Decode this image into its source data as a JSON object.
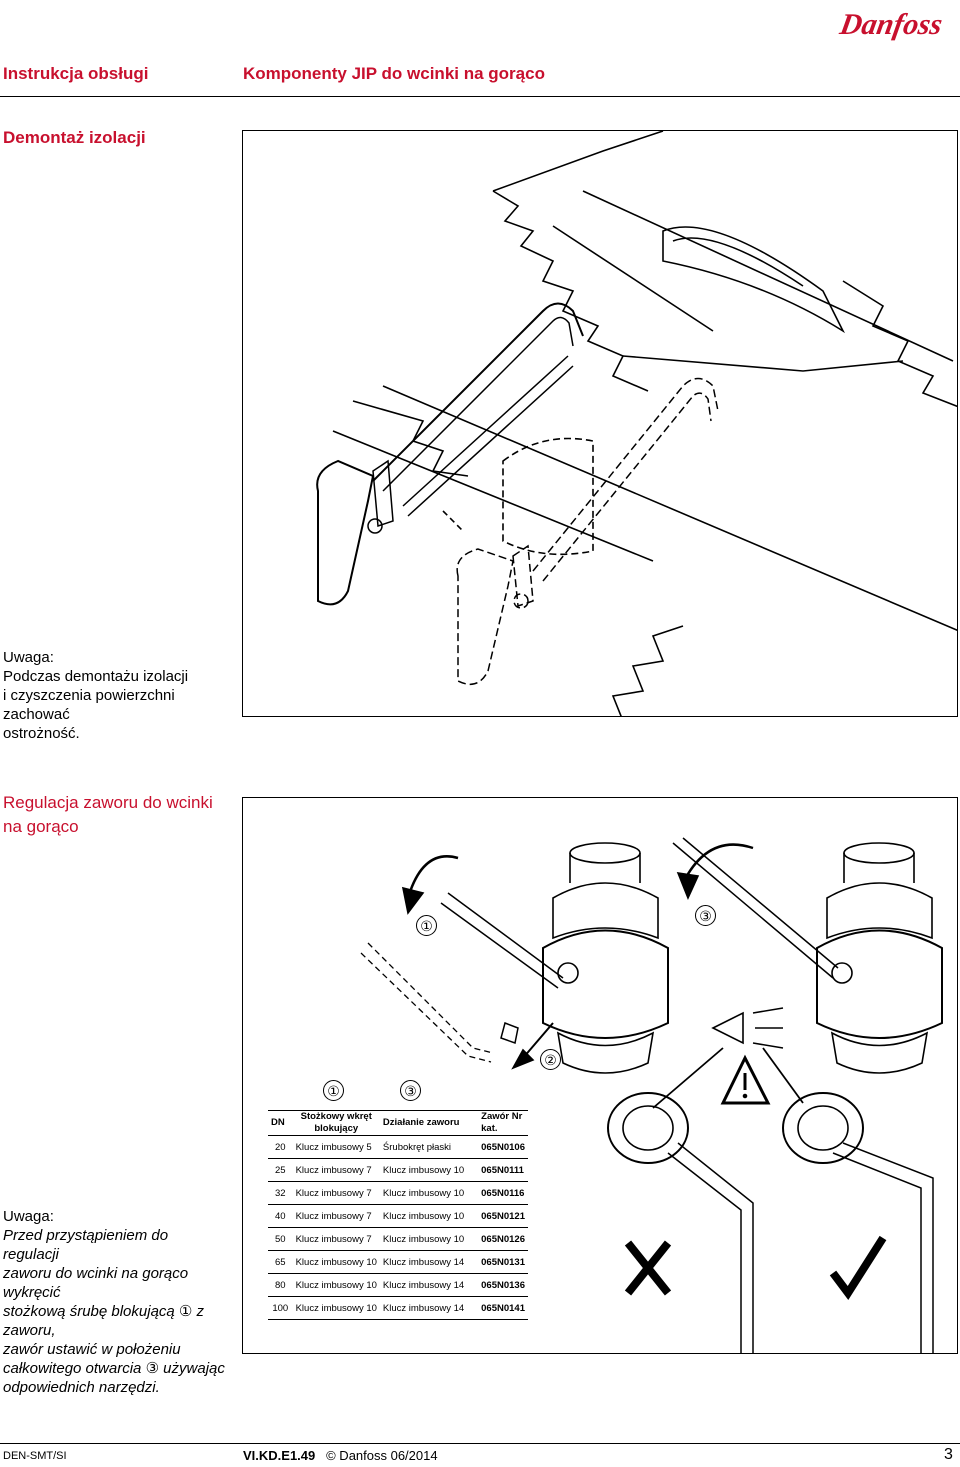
{
  "brand": {
    "logo_text": "Danfoss",
    "color": "#c8102e"
  },
  "header": {
    "left": "Instrukcja obsługi",
    "right": "Komponenty JIP do wcinki na gorąco"
  },
  "section1": {
    "title": "Demontaż izolacji",
    "note_lines": [
      "Uwaga:",
      "Podczas demontażu izolacji",
      "i czyszczenia powierzchni zachować",
      "ostrożność."
    ]
  },
  "section2": {
    "title_lines": [
      "Regulacja zaworu do wcinki",
      "na gorąco"
    ],
    "note_lines": [
      "Uwaga:",
      "Przed przystąpieniem do regulacji",
      "zaworu do wcinki na gorąco wykręcić",
      "stożkową śrubę blokującą ① z zaworu,",
      "zawór ustawić w położeniu",
      "całkowitego otwarcia ③ używając",
      "odpowiednich narzędzi."
    ],
    "markers": [
      "①",
      "③",
      "②"
    ]
  },
  "table": {
    "headers": [
      "DN",
      "Stożkowy wkręt blokujący",
      "Działanie zaworu",
      "Zawór Nr kat."
    ],
    "rows": [
      [
        "20",
        "Klucz imbusowy 5",
        "Śrubokręt płaski",
        "065N0106"
      ],
      [
        "25",
        "Klucz imbusowy 7",
        "Klucz imbusowy 10",
        "065N0111"
      ],
      [
        "32",
        "Klucz imbusowy 7",
        "Klucz imbusowy 10",
        "065N0116"
      ],
      [
        "40",
        "Klucz imbusowy 7",
        "Klucz imbusowy 10",
        "065N0121"
      ],
      [
        "50",
        "Klucz imbusowy 7",
        "Klucz imbusowy 10",
        "065N0126"
      ],
      [
        "65",
        "Klucz imbusowy 10",
        "Klucz imbusowy 14",
        "065N0131"
      ],
      [
        "80",
        "Klucz imbusowy 10",
        "Klucz imbusowy 14",
        "065N0136"
      ],
      [
        "100",
        "Klucz imbusowy 10",
        "Klucz imbusowy 14",
        "065N0141"
      ]
    ]
  },
  "footer": {
    "code": "DEN-SMT/SI",
    "doc_id": "VI.KD.E1.49",
    "copyright": "© Danfoss 06/2014",
    "page": "3"
  }
}
